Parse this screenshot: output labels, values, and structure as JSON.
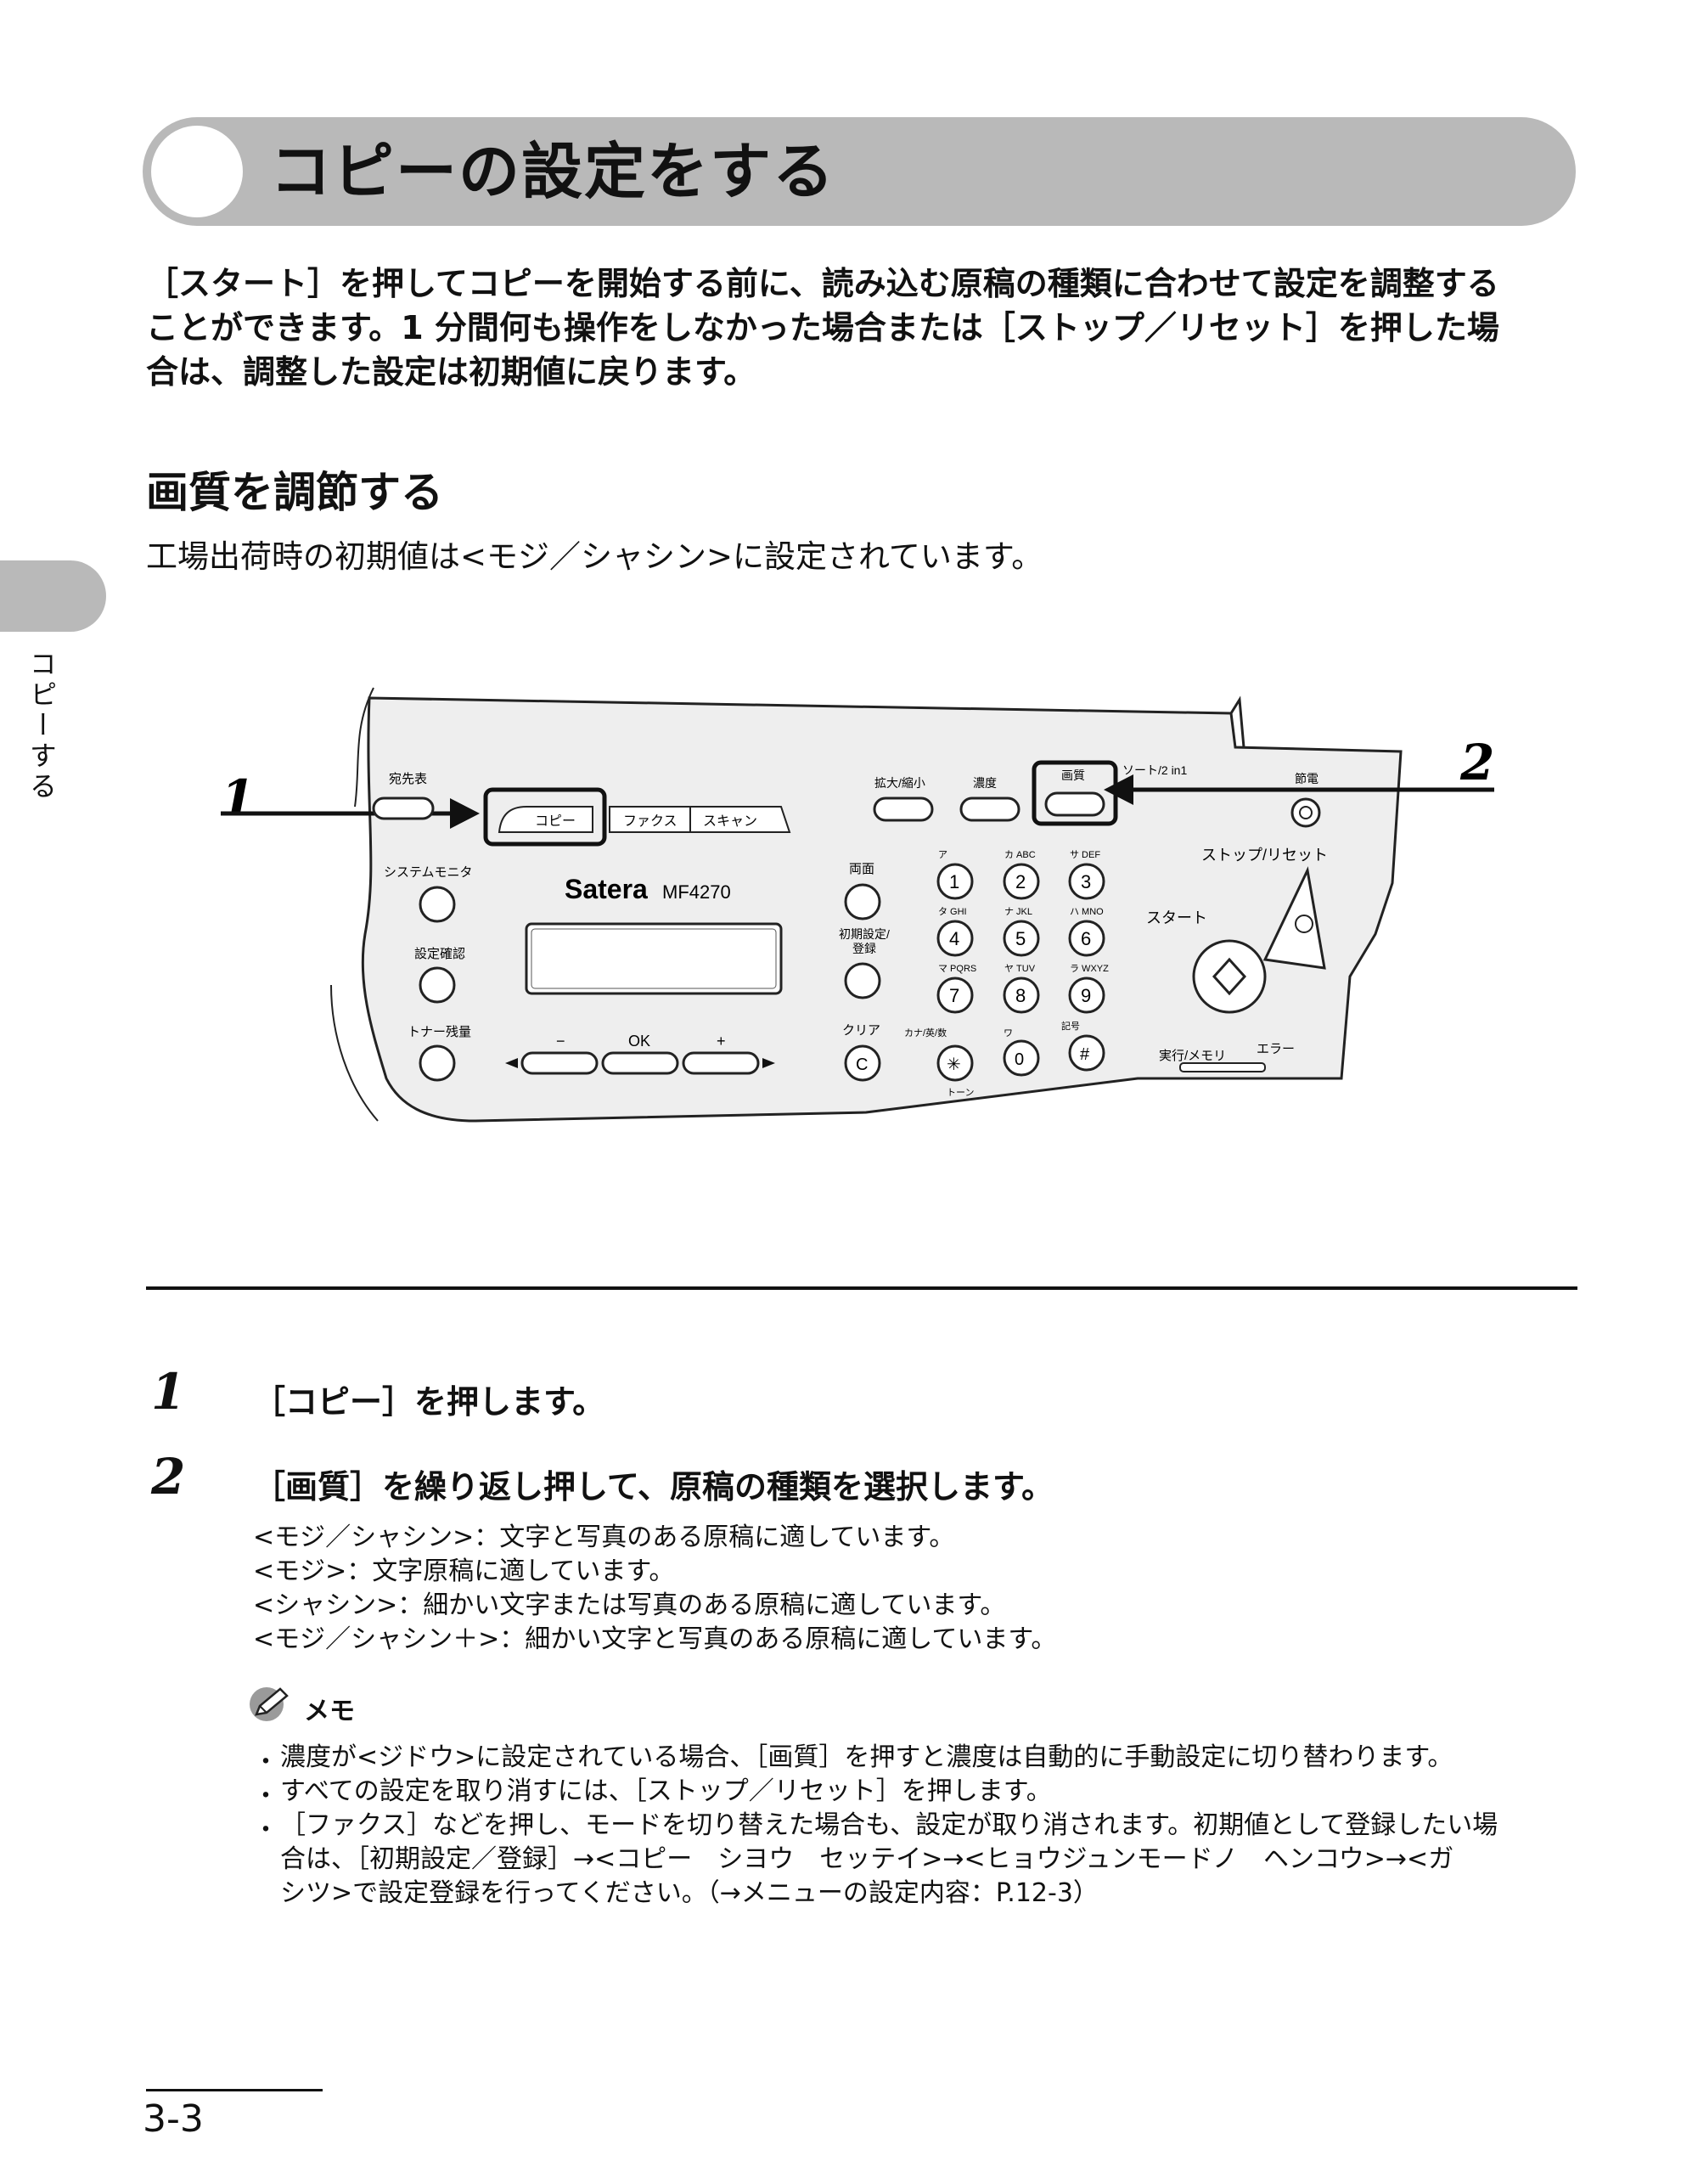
{
  "header": {
    "title": "コピーの設定をする"
  },
  "intro": {
    "line1": "［スタート］を押してコピーを開始する前に、読み込む原稿の種類に合わせて設定を調整する",
    "line2": "ことができます。1 分間何も操作をしなかった場合または［ストップ／リセット］を押した場",
    "line3": "合は、調整した設定は初期値に戻ります。"
  },
  "section": {
    "heading": "画質を調節する",
    "lead": "工場出荷時の初期値は<モジ／シャシン>に設定されています。"
  },
  "side_tab": {
    "label": "コピーする"
  },
  "panel": {
    "callout_1": "1",
    "callout_2": "2",
    "model_brand": "Satera",
    "model_number": "MF4270",
    "labels": {
      "address_book": "宛先表",
      "copy_tab": "コピー",
      "fax_tab": "ファクス",
      "scan_tab": "スキャン",
      "zoom": "拡大/縮小",
      "density": "濃度",
      "image_quality": "画質",
      "sort": "ソート/2 in1",
      "energy_saver": "節電",
      "system_monitor": "システムモニタ",
      "two_sided": "両面",
      "stop_reset": "ストップ/リセット",
      "start": "スタート",
      "settings_check": "設定確認",
      "additional_functions": "初期設定/",
      "register": "登録",
      "toner": "トナー残量",
      "minus": "−",
      "ok": "OK",
      "plus": "+",
      "clear": "クリア",
      "kana": "カナ/英/数",
      "tone": "トーン",
      "processing_memory": "実行/メモリ",
      "error": "エラー",
      "symbol": "記号",
      "wa": "ワ"
    },
    "keypad": [
      {
        "digit": "1",
        "sub": "ア"
      },
      {
        "digit": "2",
        "sub": "カ ABC"
      },
      {
        "digit": "3",
        "sub": "サ DEF"
      },
      {
        "digit": "4",
        "sub": "タ GHI"
      },
      {
        "digit": "5",
        "sub": "ナ JKL"
      },
      {
        "digit": "6",
        "sub": "ハ MNO"
      },
      {
        "digit": "7",
        "sub": "マ PQRS"
      },
      {
        "digit": "8",
        "sub": "ヤ TUV"
      },
      {
        "digit": "9",
        "sub": "ラ WXYZ"
      }
    ],
    "bottom_keys": {
      "star": "✳",
      "zero": "0",
      "hash": "#"
    },
    "clear_key": "C"
  },
  "steps": [
    {
      "number": "1",
      "text": "［コピー］を押します。"
    },
    {
      "number": "2",
      "text": "［画質］を繰り返し押して、原稿の種類を選択します。"
    }
  ],
  "options": [
    "<モジ／シャシン>：文字と写真のある原稿に適しています。",
    "<モジ>：文字原稿に適しています。",
    "<シャシン>：細かい文字または写真のある原稿に適しています。",
    "<モジ／シャシン＋>：細かい文字と写真のある原稿に適しています。"
  ],
  "memo": {
    "label": "メモ",
    "bullet": "・",
    "items": [
      "濃度が<ジドウ>に設定されている場合、［画質］を押すと濃度は自動的に手動設定に切り替わります。",
      "すべての設定を取り消すには、［ストップ／リセット］を押します。"
    ],
    "item3": {
      "line1": "［ファクス］などを押し、モードを切り替えた場合も、設定が取り消されます。初期値として登録したい場",
      "line2": "合は、［初期設定／登録］→<コピー　シヨウ　セッテイ>→<ヒョウジュンモードノ　ヘンコウ>→<ガ",
      "line3": "シツ>で設定登録を行ってください。（→メニューの設定内容：P.12-3）"
    }
  },
  "footer": {
    "page_number": "3-3"
  }
}
